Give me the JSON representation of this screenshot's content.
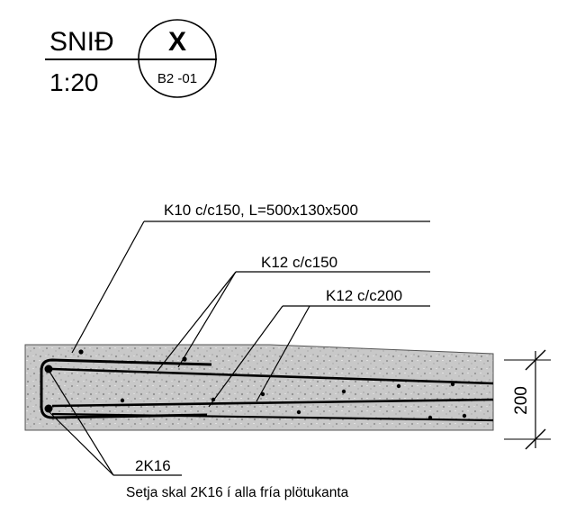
{
  "header": {
    "section_label": "SNIÐ",
    "scale": "1:20",
    "section_mark": "X",
    "drawing_ref": "B2 -01"
  },
  "callouts": {
    "stirrups": "K10 c/c150, L=500x130x500",
    "top_bars": "K12 c/c150",
    "bottom_bars": "K12 c/c200",
    "edge_bars": "2K16"
  },
  "note": "Setja skal 2K16 í alla fría plötukanta",
  "dimension": {
    "thickness": "200"
  },
  "colors": {
    "ink": "#000000",
    "concrete": "#c8c8c8",
    "concrete_dark": "#9a9a9a"
  }
}
